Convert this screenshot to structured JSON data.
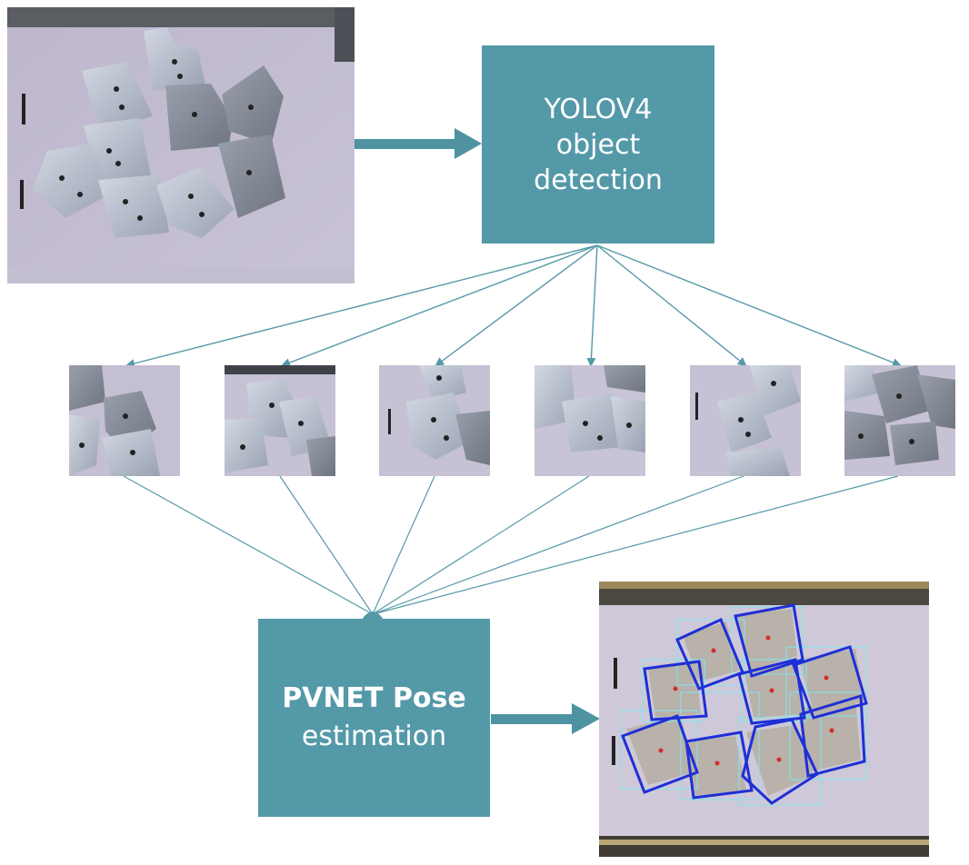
{
  "boxes": {
    "detection": {
      "line1": "YOLOV4",
      "line2": "object",
      "line3": "detection"
    },
    "pose": {
      "bold": "PVNET Pose",
      "line2": "estimation"
    }
  },
  "images": {
    "input": "input-photo-metal-parts",
    "crops": [
      "crop-1",
      "crop-2",
      "crop-3",
      "crop-4",
      "crop-5",
      "crop-6"
    ],
    "output": "output-photo-pose-boxes"
  },
  "colors": {
    "box_fill": "#5499a8",
    "connector": "#5499a8",
    "arrow": "#4f93a2",
    "pose_box_stroke": "#1f2fd6",
    "detection_box_stroke": "#7fe6ee"
  }
}
